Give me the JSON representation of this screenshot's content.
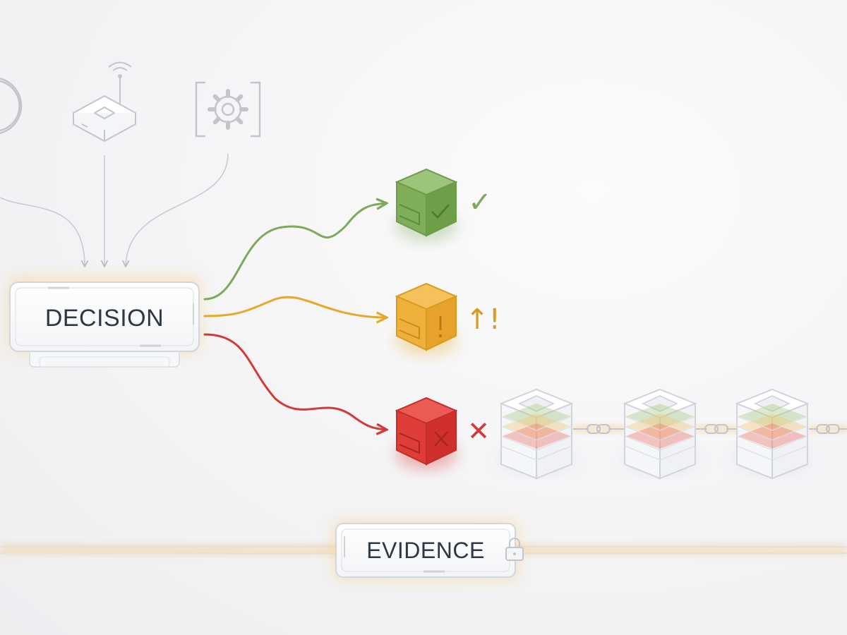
{
  "decision": {
    "label": "DECISION"
  },
  "evidence": {
    "label": "EVIDENCE"
  },
  "inputs": [
    {
      "icon": "circle-source-icon"
    },
    {
      "icon": "wireless-router-icon"
    },
    {
      "icon": "settings-gear-icon"
    }
  ],
  "outcomes": [
    {
      "status": "approved",
      "marker": "✓",
      "color": "#7fa95a"
    },
    {
      "status": "escalated",
      "marker": "↑!",
      "color": "#e5a92a"
    },
    {
      "status": "rejected",
      "marker": "✕",
      "color": "#d23a36"
    }
  ],
  "colors": {
    "green": "#7fa95a",
    "amber": "#e5a92a",
    "red": "#d23a36",
    "neutral": "#b9bcc3",
    "glow": "#f5c77a"
  }
}
